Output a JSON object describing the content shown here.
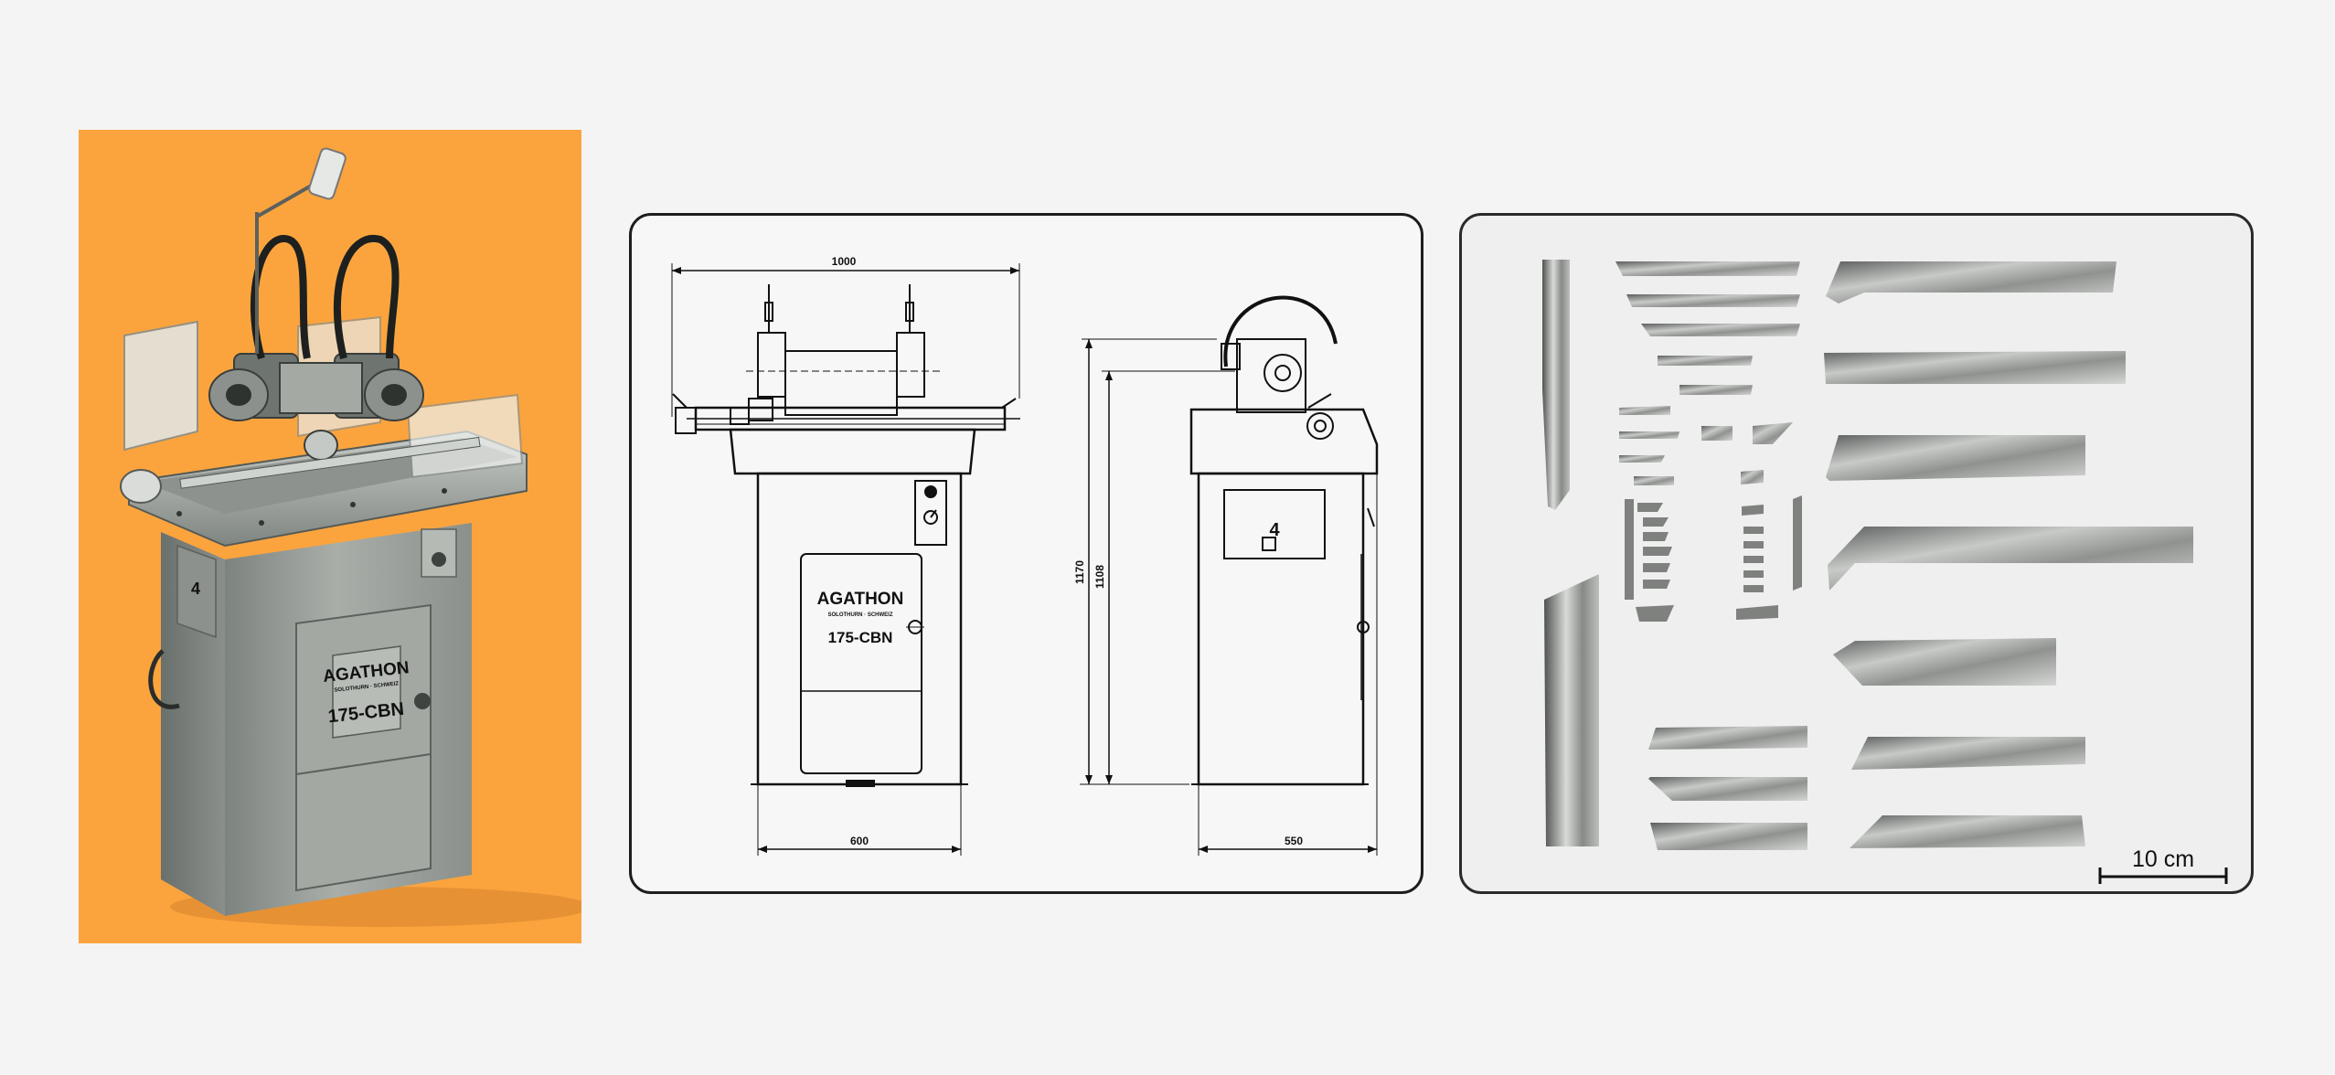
{
  "colors": {
    "page_background": "#f4f4f4",
    "photo_background": "#fba43e",
    "line": "#111111",
    "machine_grey": "#9aa09b"
  },
  "photo": {
    "brand": "AGATHON",
    "subline": "SOLOTHURN · SCHWEIZ",
    "model": "175-CBN",
    "symbol": "4"
  },
  "drawing": {
    "width_overall": "1000",
    "width_base": "600",
    "depth_base": "550",
    "height_total": "1170",
    "height_partial": "1108",
    "brand": "AGATHON",
    "subline": "SOLOTHURN · SCHWEIZ",
    "model": "175-CBN",
    "symbol": "4"
  },
  "tools": {
    "scale_label": "10 cm"
  }
}
